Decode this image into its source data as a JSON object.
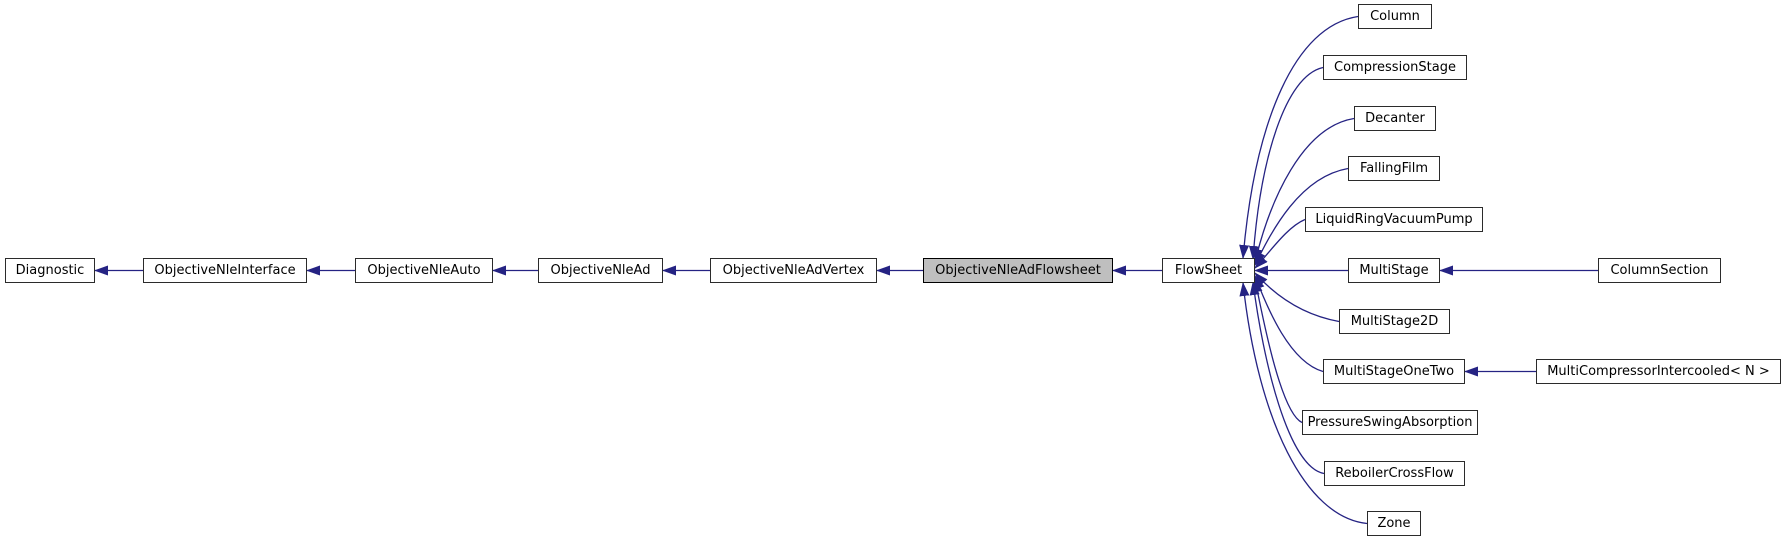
{
  "diagram": {
    "kind": "class-inheritance-graph",
    "highlighted_node": "ObjectiveNleAdFlowsheet",
    "colors": {
      "edge": "#252383",
      "highlight_fill": "#bfbfbf",
      "node_fill": "#ffffff",
      "node_border": "#2b2b2b",
      "background": "#ffffff"
    },
    "nodes": {
      "diagnostic": "Diagnostic",
      "objective_nle_interface": "ObjectiveNleInterface",
      "objective_nle_auto": "ObjectiveNleAuto",
      "objective_nle_ad": "ObjectiveNleAd",
      "objective_nle_ad_vertex": "ObjectiveNleAdVertex",
      "objective_nle_ad_flowsheet": "ObjectiveNleAdFlowsheet",
      "flowsheet": "FlowSheet",
      "column": "Column",
      "compression_stage": "CompressionStage",
      "decanter": "Decanter",
      "falling_film": "FallingFilm",
      "liquid_ring_vacuum_pump": "LiquidRingVacuumPump",
      "multi_stage": "MultiStage",
      "multi_stage_2d": "MultiStage2D",
      "multi_stage_one_two": "MultiStageOneTwo",
      "pressure_swing_absorption": "PressureSwingAbsorption",
      "reboiler_cross_flow": "ReboilerCrossFlow",
      "zone": "Zone",
      "column_section": "ColumnSection",
      "multi_compressor_intercooled": "MultiCompressorIntercooled< N >"
    },
    "inheritance_edges": [
      {
        "derived": "ObjectiveNleInterface",
        "base": "Diagnostic"
      },
      {
        "derived": "ObjectiveNleAuto",
        "base": "ObjectiveNleInterface"
      },
      {
        "derived": "ObjectiveNleAd",
        "base": "ObjectiveNleAuto"
      },
      {
        "derived": "ObjectiveNleAdVertex",
        "base": "ObjectiveNleAd"
      },
      {
        "derived": "ObjectiveNleAdFlowsheet",
        "base": "ObjectiveNleAdVertex"
      },
      {
        "derived": "FlowSheet",
        "base": "ObjectiveNleAdFlowsheet"
      },
      {
        "derived": "Column",
        "base": "FlowSheet"
      },
      {
        "derived": "CompressionStage",
        "base": "FlowSheet"
      },
      {
        "derived": "Decanter",
        "base": "FlowSheet"
      },
      {
        "derived": "FallingFilm",
        "base": "FlowSheet"
      },
      {
        "derived": "LiquidRingVacuumPump",
        "base": "FlowSheet"
      },
      {
        "derived": "MultiStage",
        "base": "FlowSheet"
      },
      {
        "derived": "MultiStage2D",
        "base": "FlowSheet"
      },
      {
        "derived": "MultiStageOneTwo",
        "base": "FlowSheet"
      },
      {
        "derived": "PressureSwingAbsorption",
        "base": "FlowSheet"
      },
      {
        "derived": "ReboilerCrossFlow",
        "base": "FlowSheet"
      },
      {
        "derived": "Zone",
        "base": "FlowSheet"
      },
      {
        "derived": "ColumnSection",
        "base": "MultiStage"
      },
      {
        "derived": "MultiCompressorIntercooled< N >",
        "base": "MultiStageOneTwo"
      }
    ]
  }
}
